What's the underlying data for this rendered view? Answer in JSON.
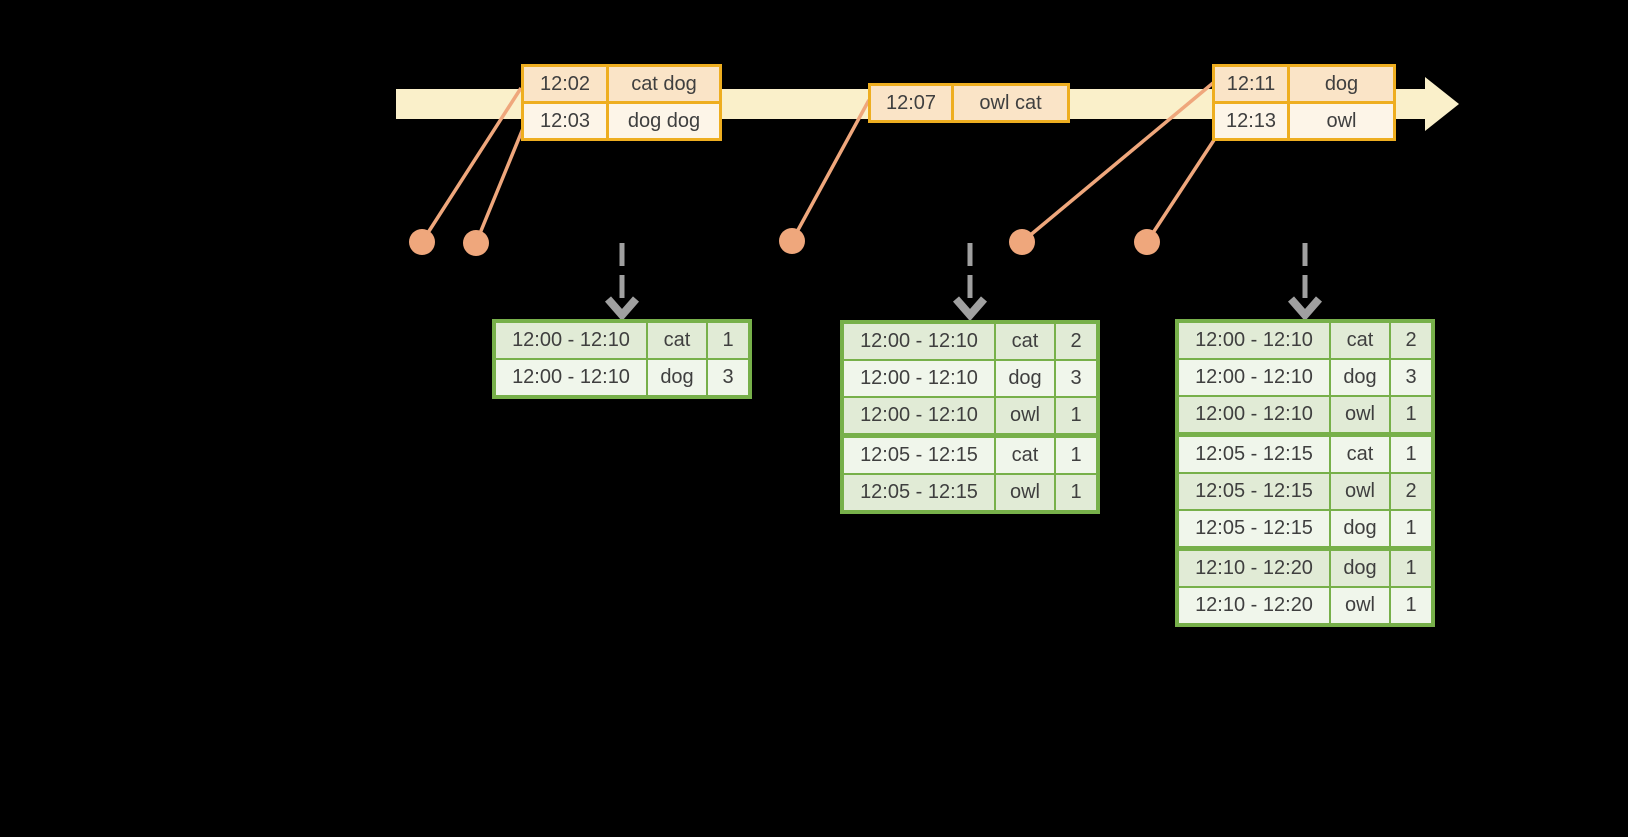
{
  "diagram": {
    "input_stream": {
      "event_tables": [
        {
          "rows": [
            {
              "time": "12:02",
              "words": "cat dog"
            },
            {
              "time": "12:03",
              "words": "dog dog"
            }
          ]
        },
        {
          "rows": [
            {
              "time": "12:07",
              "words": "owl cat"
            }
          ]
        },
        {
          "rows": [
            {
              "time": "12:11",
              "words": "dog"
            },
            {
              "time": "12:13",
              "words": "owl"
            }
          ]
        }
      ]
    },
    "result_tables": [
      {
        "rows": [
          {
            "window": "12:00 - 12:10",
            "word": "cat",
            "count": "1"
          },
          {
            "window": "12:00 - 12:10",
            "word": "dog",
            "count": "3"
          }
        ]
      },
      {
        "rows": [
          {
            "window": "12:00 - 12:10",
            "word": "cat",
            "count": "2"
          },
          {
            "window": "12:00 - 12:10",
            "word": "dog",
            "count": "3"
          },
          {
            "window": "12:00 - 12:10",
            "word": "owl",
            "count": "1"
          },
          {
            "window": "12:05 - 12:15",
            "word": "cat",
            "count": "1"
          },
          {
            "window": "12:05 - 12:15",
            "word": "owl",
            "count": "1"
          }
        ]
      },
      {
        "rows": [
          {
            "window": "12:00 - 12:10",
            "word": "cat",
            "count": "2"
          },
          {
            "window": "12:00 - 12:10",
            "word": "dog",
            "count": "3"
          },
          {
            "window": "12:00 - 12:10",
            "word": "owl",
            "count": "1"
          },
          {
            "window": "12:05 - 12:15",
            "word": "cat",
            "count": "1"
          },
          {
            "window": "12:05 - 12:15",
            "word": "owl",
            "count": "2"
          },
          {
            "window": "12:05 - 12:15",
            "word": "dog",
            "count": "1"
          },
          {
            "window": "12:10 - 12:20",
            "word": "dog",
            "count": "1"
          },
          {
            "window": "12:10 - 12:20",
            "word": "owl",
            "count": "1"
          }
        ]
      }
    ],
    "icons": {
      "timeline_arrowhead": "right-arrow-triangle",
      "trigger_arrow": "dashed-down-arrow-chevron",
      "event_marker": "filled-circle"
    },
    "colors": {
      "background": "#000000",
      "text": "#3f3f3f",
      "timeline_band": "#faf0ca",
      "event_border": "#eeae20",
      "event_row_a": "#fae4c7",
      "event_row_b": "#fdf5e8",
      "result_border": "#77b04a",
      "result_row_a": "#e1ebd6",
      "result_row_b": "#f0f6eb",
      "leader": "#efa77c",
      "dashed_arrow": "#a0a0a0"
    }
  }
}
